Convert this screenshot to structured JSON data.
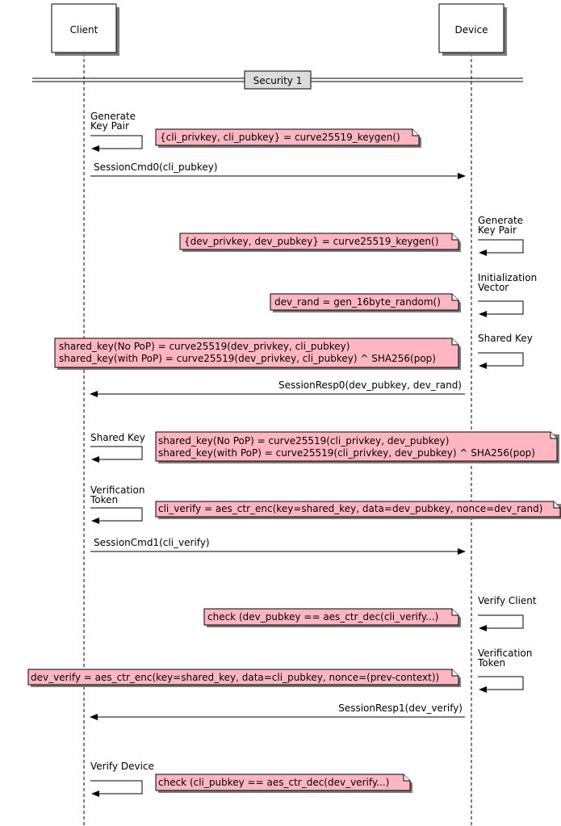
{
  "actors": {
    "client": "Client",
    "device": "Device"
  },
  "separator": "Security 1",
  "steps": {
    "s1": {
      "label": [
        "Generate",
        "Key Pair"
      ],
      "note": [
        "{cli_privkey, cli_pubkey} = curve25519_keygen()"
      ]
    },
    "m1": "SessionCmd0(cli_pubkey)",
    "s2": {
      "label": [
        "Generate",
        "Key Pair"
      ],
      "note": [
        "{dev_privkey, dev_pubkey} = curve25519_keygen()"
      ]
    },
    "s3": {
      "label": [
        "Initialization",
        "Vector"
      ],
      "note": [
        "dev_rand = gen_16byte_random()"
      ]
    },
    "s4": {
      "label": [
        "Shared Key"
      ],
      "note": [
        "shared_key(No PoP) = curve25519(dev_privkey, cli_pubkey)",
        "shared_key(with PoP) = curve25519(dev_privkey, cli_pubkey) ^ SHA256(pop)"
      ]
    },
    "m2": "SessionResp0(dev_pubkey, dev_rand)",
    "s5": {
      "label": [
        "Shared Key"
      ],
      "note": [
        "shared_key(No PoP) = curve25519(cli_privkey, dev_pubkey)",
        "shared_key(with PoP) = curve25519(cli_privkey, dev_pubkey) ^ SHA256(pop)"
      ]
    },
    "s6": {
      "label": [
        "Verification",
        "Token"
      ],
      "note": [
        "cli_verify = aes_ctr_enc(key=shared_key, data=dev_pubkey, nonce=dev_rand)"
      ]
    },
    "m3": "SessionCmd1(cli_verify)",
    "s7": {
      "label": [
        "Verify Client"
      ],
      "note": [
        "check (dev_pubkey == aes_ctr_dec(cli_verify...)"
      ]
    },
    "s8": {
      "label": [
        "Verification",
        "Token"
      ],
      "note": [
        "dev_verify = aes_ctr_enc(key=shared_key, data=cli_pubkey, nonce=(prev-context))"
      ]
    },
    "m4": "SessionResp1(dev_verify)",
    "s9": {
      "label": [
        "Verify Device"
      ],
      "note": [
        "check (cli_pubkey == aes_ctr_dec(dev_verify...)"
      ]
    }
  }
}
